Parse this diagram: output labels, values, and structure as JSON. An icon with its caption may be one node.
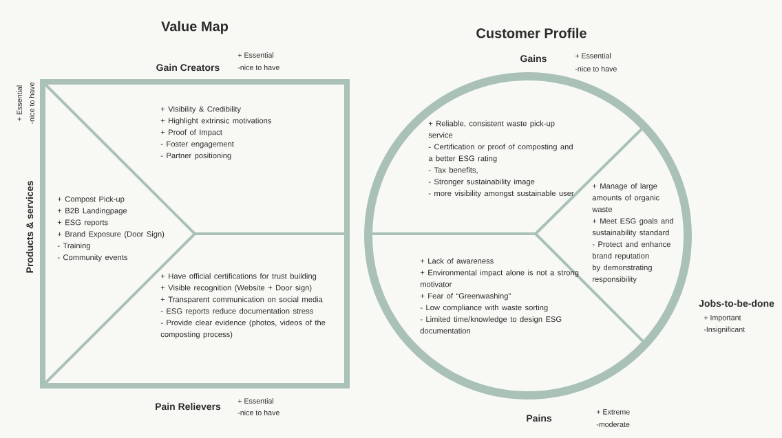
{
  "diagram": {
    "nodes": [
      {
        "text": [
          "Value Map"
        ]
      },
      {
        "text": [
          "Gain Creators",
          "+ Visibility & Credibility",
          "+ Highlight extrinsic motivations",
          "+ Proof of Impact",
          "- Foster engagement",
          "- Partner positioning"
        ],
        "in": 0,
        "beside": [
          "+ Essential",
          "-nice to have"
        ]
      },
      {
        "text": [
          "Products & services",
          "+ Compost Pick-up",
          "+ B2B Landingpage",
          "+ ESG reports",
          "+ Brand Exposure (Door Sign)",
          "- Training",
          "- Community events"
        ],
        "in": 0,
        "beside": [
          "+ Essential",
          "-nice to have"
        ]
      },
      {
        "text": [
          "+ Have official certifications for trust building",
          "+ Visible recognition (Website + Door sign)",
          "+ Transparent communication on social media",
          "- ESG reports reduce documentation stress",
          "- Provide clear evidence (photos, videos of the composting process)",
          "Pain Relievers"
        ],
        "in": 0,
        "beside": [
          "+ Essential",
          "-nice to have"
        ]
      },
      {
        "text": [
          "Customer Profile"
        ]
      },
      {
        "text": [
          "Gains",
          "+ Reliable, consistent waste pick-up service",
          "- Certification or proof of composting and a better ESG rating",
          "- Tax benefits,",
          "- Stronger sustainability image",
          "- more visibility amongst sustainable user"
        ],
        "in": 4,
        "beside": [
          "+ Essential",
          "-nice to have"
        ]
      },
      {
        "text": [
          "Jobs-to-be-done",
          "+ Manage of large amounts of organic waste",
          "+ Meet ESG goals and sustainability standard",
          "- Protect and enhance brand reputation by demonstrating responsibility"
        ],
        "beside": [
          "+ Important",
          "-Insignificant"
        ]
      },
      {
        "text": [
          "+ Lack of awareness",
          "+ Environmental impact alone is not a strong motivator",
          "+ Fear of “Greenwashing”",
          "- Low compliance with waste sorting",
          "- Limited time/knowledge to design ESG documentation",
          "Pains"
        ],
        "in": 4,
        "beside": [
          "+ Extreme",
          "-moderate"
        ]
      }
    ]
  }
}
